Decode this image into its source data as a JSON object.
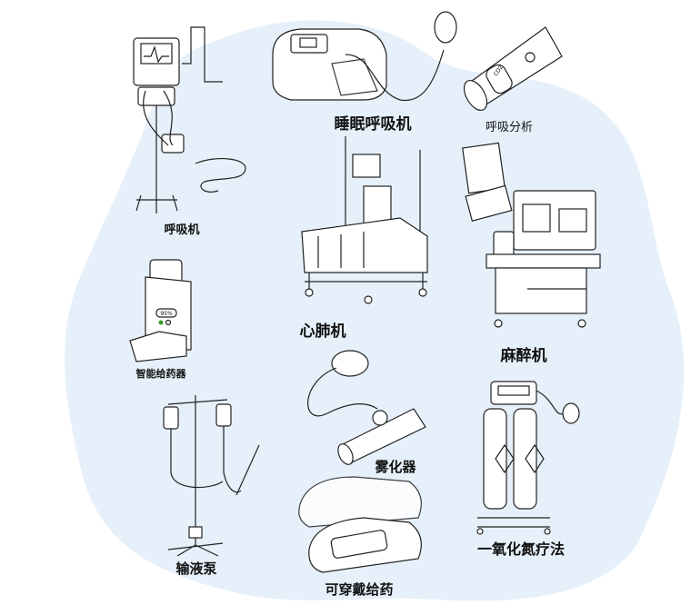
{
  "colors": {
    "blob": "#e6f0fa",
    "stroke": "#222222",
    "led_green": "#3a9a2a"
  },
  "devices": [
    {
      "id": "sleep-ventilator",
      "label": "睡眠呼吸机"
    },
    {
      "id": "breath-analyzer",
      "label": "呼吸分析",
      "screen_text": "CO2"
    },
    {
      "id": "ventilator",
      "label": "呼吸机"
    },
    {
      "id": "heart-lung-machine",
      "label": "心肺机"
    },
    {
      "id": "anesthesia-machine",
      "label": "麻醉机"
    },
    {
      "id": "smart-inhaler",
      "label": "智能给药器",
      "display_text": "95%"
    },
    {
      "id": "nebulizer",
      "label": "雾化器"
    },
    {
      "id": "infusion-pump",
      "label": "输液泵"
    },
    {
      "id": "wearable-drug-delivery",
      "label": "可穿戴给药"
    },
    {
      "id": "nitric-oxide-therapy",
      "label": "一氧化氮疗法"
    }
  ]
}
